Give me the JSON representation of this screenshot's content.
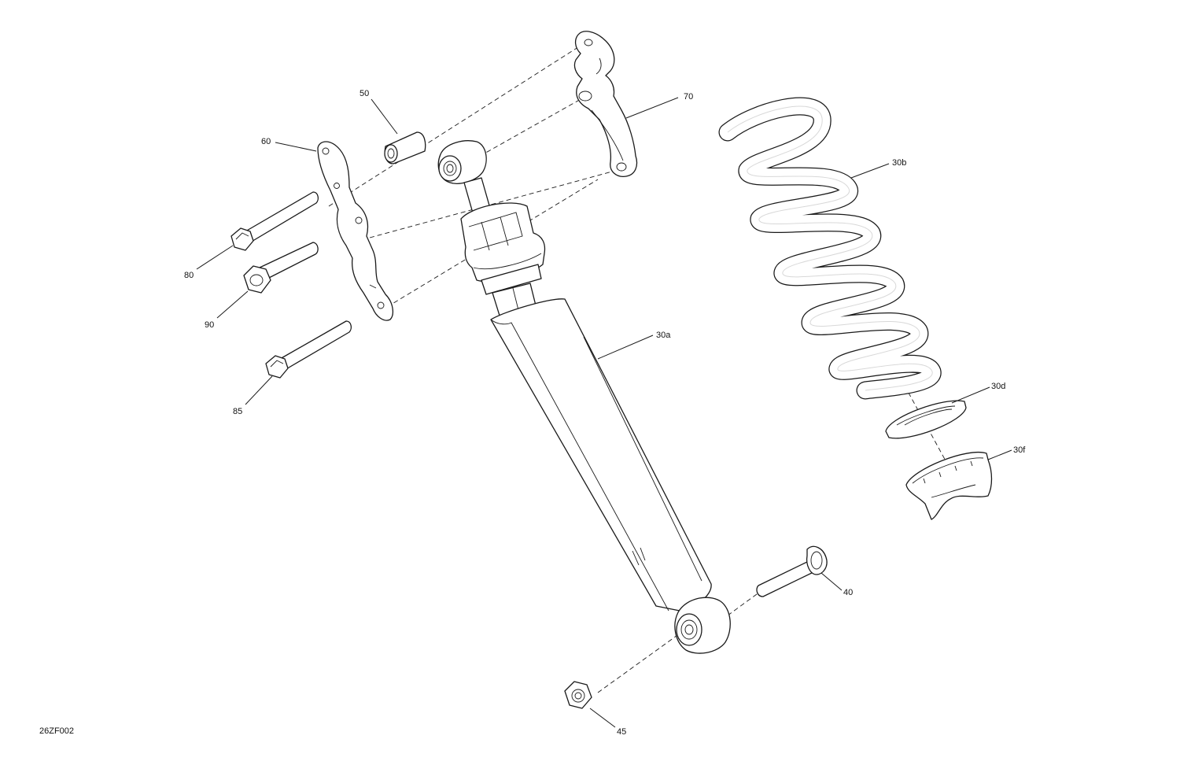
{
  "drawing_code": "26ZF002",
  "callouts": {
    "c50": "50",
    "c60": "60",
    "c70": "70",
    "c80": "80",
    "c90": "90",
    "c85": "85",
    "c30a": "30a",
    "c30b": "30b",
    "c30d": "30d",
    "c30f": "30f",
    "c40": "40",
    "c45": "45"
  }
}
